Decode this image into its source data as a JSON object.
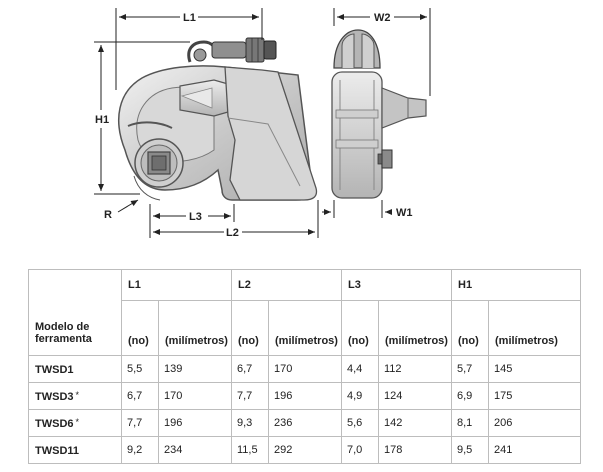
{
  "drawing": {
    "labels": {
      "L1": "L1",
      "L2": "L2",
      "L3": "L3",
      "H1": "H1",
      "W1": "W1",
      "W2": "W2",
      "R": "R"
    }
  },
  "table": {
    "model_header": "Modelo de ferramenta",
    "groups": [
      "L1",
      "L2",
      "L3",
      "H1"
    ],
    "unit_in": "(no)",
    "unit_mm": "(milímetros)",
    "rows": [
      {
        "model": "TWSD1",
        "mark": "",
        "values": [
          "5,5",
          "139",
          "6,7",
          "170",
          "4,4",
          "112",
          "5,7",
          "145"
        ]
      },
      {
        "model": "TWSD3",
        "mark": "*",
        "values": [
          "6,7",
          "170",
          "7,7",
          "196",
          "4,9",
          "124",
          "6,9",
          "175"
        ]
      },
      {
        "model": "TWSD6",
        "mark": "*",
        "values": [
          "7,7",
          "196",
          "9,3",
          "236",
          "5,6",
          "142",
          "8,1",
          "206"
        ]
      },
      {
        "model": "TWSD11",
        "mark": "",
        "values": [
          "9,2",
          "234",
          "11,5",
          "292",
          "7,0",
          "178",
          "9,5",
          "241"
        ]
      }
    ]
  }
}
